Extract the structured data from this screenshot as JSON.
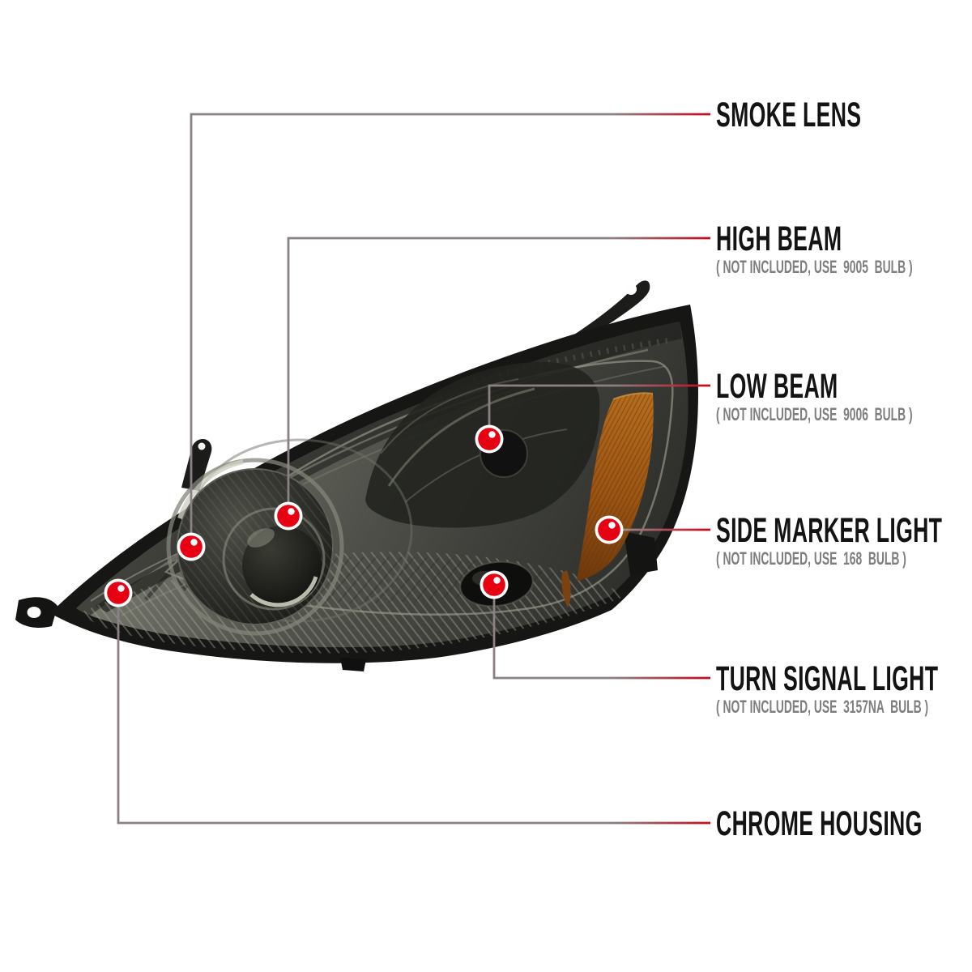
{
  "page": {
    "background": "#ffffff",
    "description_of_artwork": "smoked-lens headlight assembly, driver side, three-quarter view, with red callout markers"
  },
  "colors": {
    "label_text": "#131313",
    "note_text": "#7e7e7e",
    "callout_red": "#c40e1e",
    "connector_gray": "#8b8185",
    "marker_red": "#e60012",
    "marker_ring": "#ffffff",
    "amber_reflector": "#b0661c",
    "lens_smoke": "#55564e",
    "housing_black": "#151514"
  },
  "callouts": [
    {
      "label": "SMOKE LENS",
      "note": ""
    },
    {
      "label": "HIGH BEAM",
      "note": "( NOT INCLUDED, USE  9005  BULB )"
    },
    {
      "label": "LOW BEAM",
      "note": "( NOT INCLUDED, USE  9006  BULB )"
    },
    {
      "label": "SIDE MARKER LIGHT",
      "note": "( NOT INCLUDED, USE  168  BULB )"
    },
    {
      "label": "TURN SIGNAL LIGHT",
      "note": "( NOT INCLUDED, USE  3157NA  BULB )"
    },
    {
      "label": "CHROME HOUSING",
      "note": ""
    }
  ]
}
